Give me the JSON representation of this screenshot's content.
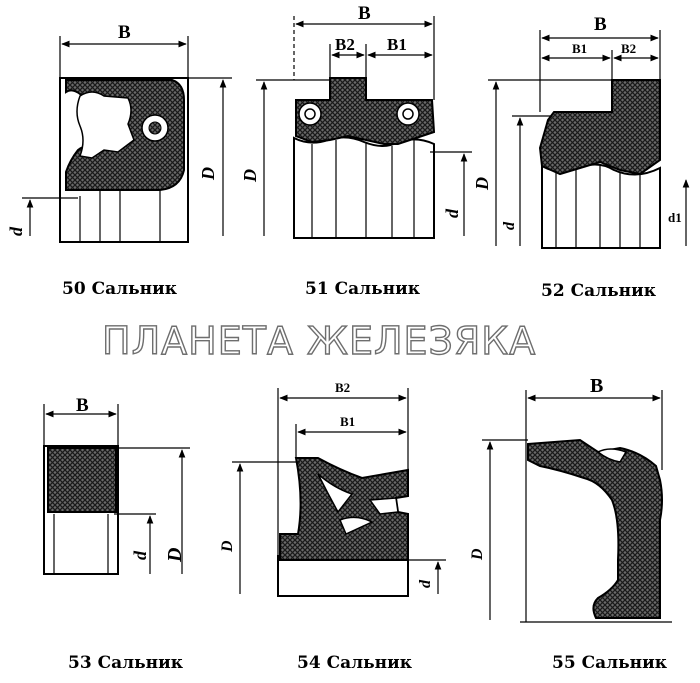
{
  "watermark": "ПЛАНЕТА ЖЕЛЕЗЯКА",
  "figures": [
    {
      "id": "50",
      "caption": "50 Сальник",
      "dims": {
        "B": "B",
        "D": "D",
        "d": "d"
      }
    },
    {
      "id": "51",
      "caption": "51 Сальник",
      "dims": {
        "B": "B",
        "B1": "B1",
        "B2": "B2",
        "D": "D",
        "d": "d"
      }
    },
    {
      "id": "52",
      "caption": "52 Сальник",
      "dims": {
        "B": "B",
        "B1": "B1",
        "B2": "B2",
        "D": "D",
        "d": "d",
        "d1": "d1"
      }
    },
    {
      "id": "53",
      "caption": "53 Сальник",
      "dims": {
        "B": "B",
        "D": "D",
        "d": "d"
      }
    },
    {
      "id": "54",
      "caption": "54 Сальник",
      "dims": {
        "B1": "B1",
        "B2": "B2",
        "D": "D",
        "d": "d"
      }
    },
    {
      "id": "55",
      "caption": "55 Сальник",
      "dims": {
        "B": "B",
        "D": "D"
      }
    }
  ]
}
